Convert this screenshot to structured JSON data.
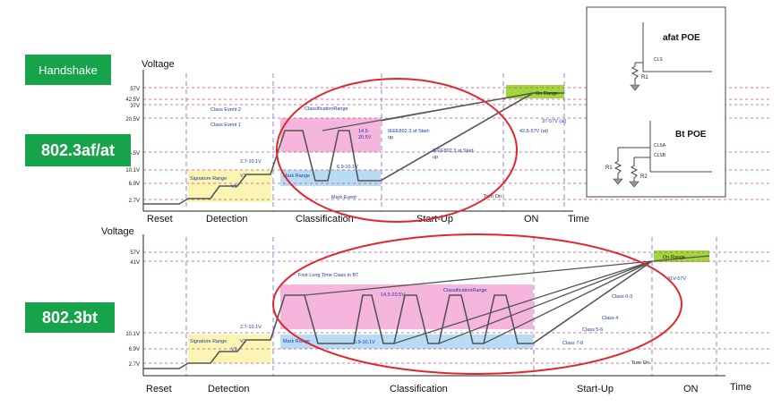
{
  "labels": {
    "handshake": "Handshake",
    "afat": "802.3af/at",
    "bt": "802.3bt"
  },
  "top_chart": {
    "ylabel": "Voltage",
    "xlabel": "Time",
    "y_ticks": [
      "57V",
      "42.5V",
      "37V",
      "20.5V",
      "14.5V",
      "10.1V",
      "6.9V",
      "2.7V"
    ],
    "phases": [
      "Reset",
      "Detection",
      "Classification",
      "Start-Up",
      "ON"
    ],
    "annotations": {
      "class_event_2": "Class Event 2",
      "class_event_1": "Class Event 1",
      "classification_range": "ClassificationRange",
      "range_14_20": "14.5-",
      "range_14_20b": "20.5V",
      "range_6_10": "6.9-10.1V",
      "mark_range": "Mark Range",
      "mark_event": "Mark Event",
      "signature_range": "Signature Range",
      "v1": "V1",
      "v2": "V2",
      "v_2_7_10": "2.7-10.1V",
      "ieee_startup_1": "IEEE802.3 af Start-",
      "ieee_startup_1b": "up",
      "ieee_startup_2": "IEEE802.3 at Start-",
      "ieee_startup_2b": "up",
      "on_range": "On Range",
      "range_37_57": "37-57V (af)",
      "range_42_57": "42.5-57V (at)",
      "turn_on": "Turn On"
    }
  },
  "bottom_chart": {
    "ylabel": "Voltage",
    "xlabel": "Time",
    "y_ticks": [
      "57V",
      "41V",
      "10.1V",
      "6.9V",
      "2.7V"
    ],
    "phases": [
      "Reset",
      "Detection",
      "Classification",
      "Start-Up",
      "ON"
    ],
    "annotations": {
      "first_long": "First Long Time Class in BT",
      "range_14_20": "14.5-20.5V",
      "classification_range": "ClassificationRange",
      "mark_range": "Mark Range",
      "range_6_10": "6.9-10.1V",
      "signature_range": "Signature Range",
      "v1": "V1",
      "v2": "V2",
      "v_2_7_10": "2.7-10.1V",
      "on_range": "On Range",
      "range_41_57": "41V-57V",
      "class_0_3": "Class 0-3",
      "class_4": "Class 4",
      "class_5_6": "Class 5-6",
      "class_7_8": "Class 7-8",
      "turn_on": "Turn On"
    }
  },
  "inset": {
    "afat_title": "afat POE",
    "cls": "CLS",
    "r1": "R1",
    "bt_title": "Bt POE",
    "clsa": "CLSA",
    "clsb": "CLSB",
    "r1b": "R1",
    "r2": "R2"
  },
  "colors": {
    "green": "#16a34a",
    "pink": "#f5b5dc",
    "blue": "#b9dcf5",
    "yellow": "#fbf5b3",
    "on_green": "#a3d63a",
    "ellipse": "#e3262b",
    "guide": "#c94a8a",
    "phase_line": "#7a7ad6"
  }
}
